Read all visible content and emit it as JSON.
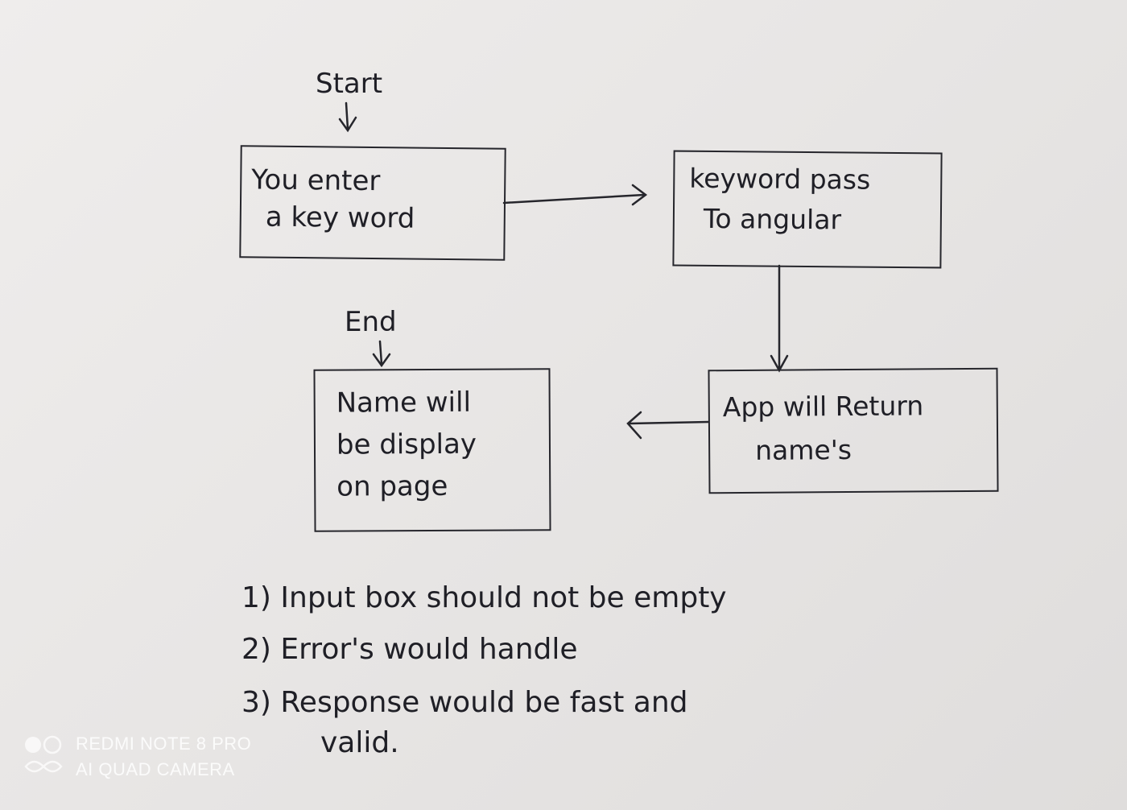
{
  "labels": {
    "start": "Start",
    "end": "End"
  },
  "nodes": {
    "enter": {
      "line1": "You enter",
      "line2": "a key word"
    },
    "pass": {
      "line1": "keyword pass",
      "line2": "To angular"
    },
    "return": {
      "line1": "App will Return",
      "line2": "name's"
    },
    "display": {
      "line1": "Name will",
      "line2": "be display",
      "line3": "on page"
    }
  },
  "notes": {
    "note1": "1) Input box should not be empty",
    "note2": "2) Error's would handle",
    "note3": "3) Response would be fast and",
    "note3_cont": "valid."
  },
  "watermark": {
    "line1": "REDMI NOTE 8 PRO",
    "line2": "AI QUAD CAMERA"
  }
}
